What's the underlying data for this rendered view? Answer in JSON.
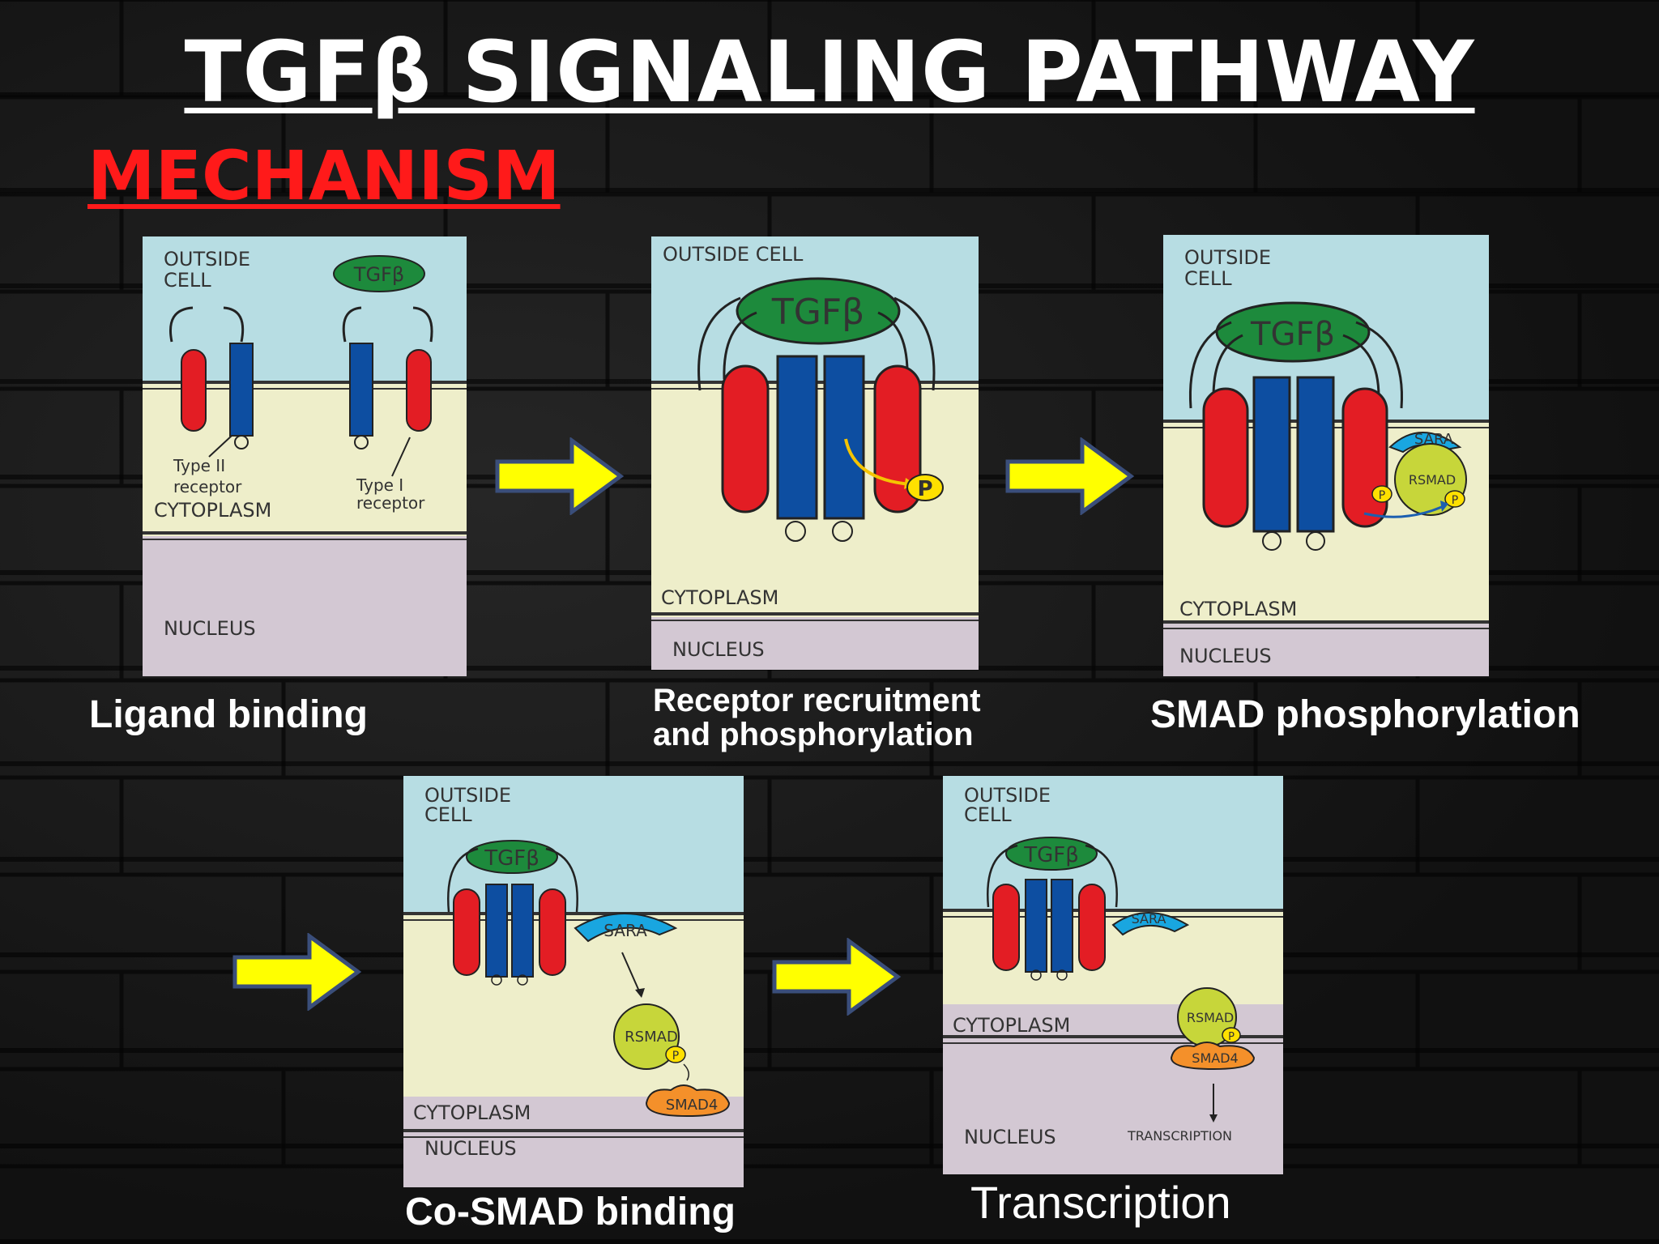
{
  "title": "TGFβ SIGNALING PATHWAY",
  "subtitle": "MECHANISM",
  "labels": {
    "outside_cell_l1": "OUTSIDE",
    "outside_cell_l2": "CELL",
    "outside_cell": "OUTSIDE CELL",
    "cytoplasm": "CYTOPLASM",
    "nucleus": "NUCLEUS",
    "ligand": "TGFβ",
    "type2_l1": "Type II",
    "type2_l2": "receptor",
    "type1_l1": "Type I",
    "type1_l2": "receptor",
    "phospho": "P",
    "sara": "SARA",
    "rsmad": "RSMAD",
    "smad4": "SMAD4",
    "transcription_small": "TRANSCRIPTION"
  },
  "steps": [
    {
      "caption": "Ligand binding"
    },
    {
      "caption_l1": "Receptor recruitment",
      "caption_l2": "and phosphorylation"
    },
    {
      "caption": "SMAD phosphorylation"
    },
    {
      "caption": "Co-SMAD binding"
    },
    {
      "caption": "Transcription"
    }
  ],
  "colors": {
    "outside": "#b7dde3",
    "cytoplasm": "#eeeeca",
    "nucleus": "#d3c8d3",
    "type1_receptor": "#e31d24",
    "type2_receptor": "#0d4ea1",
    "ligand": "#1d8a3c",
    "arrow": "#ffff00",
    "arrow_outline": "#3a4e7a",
    "title": "#ffffff",
    "subtitle": "#ff1a1a"
  }
}
